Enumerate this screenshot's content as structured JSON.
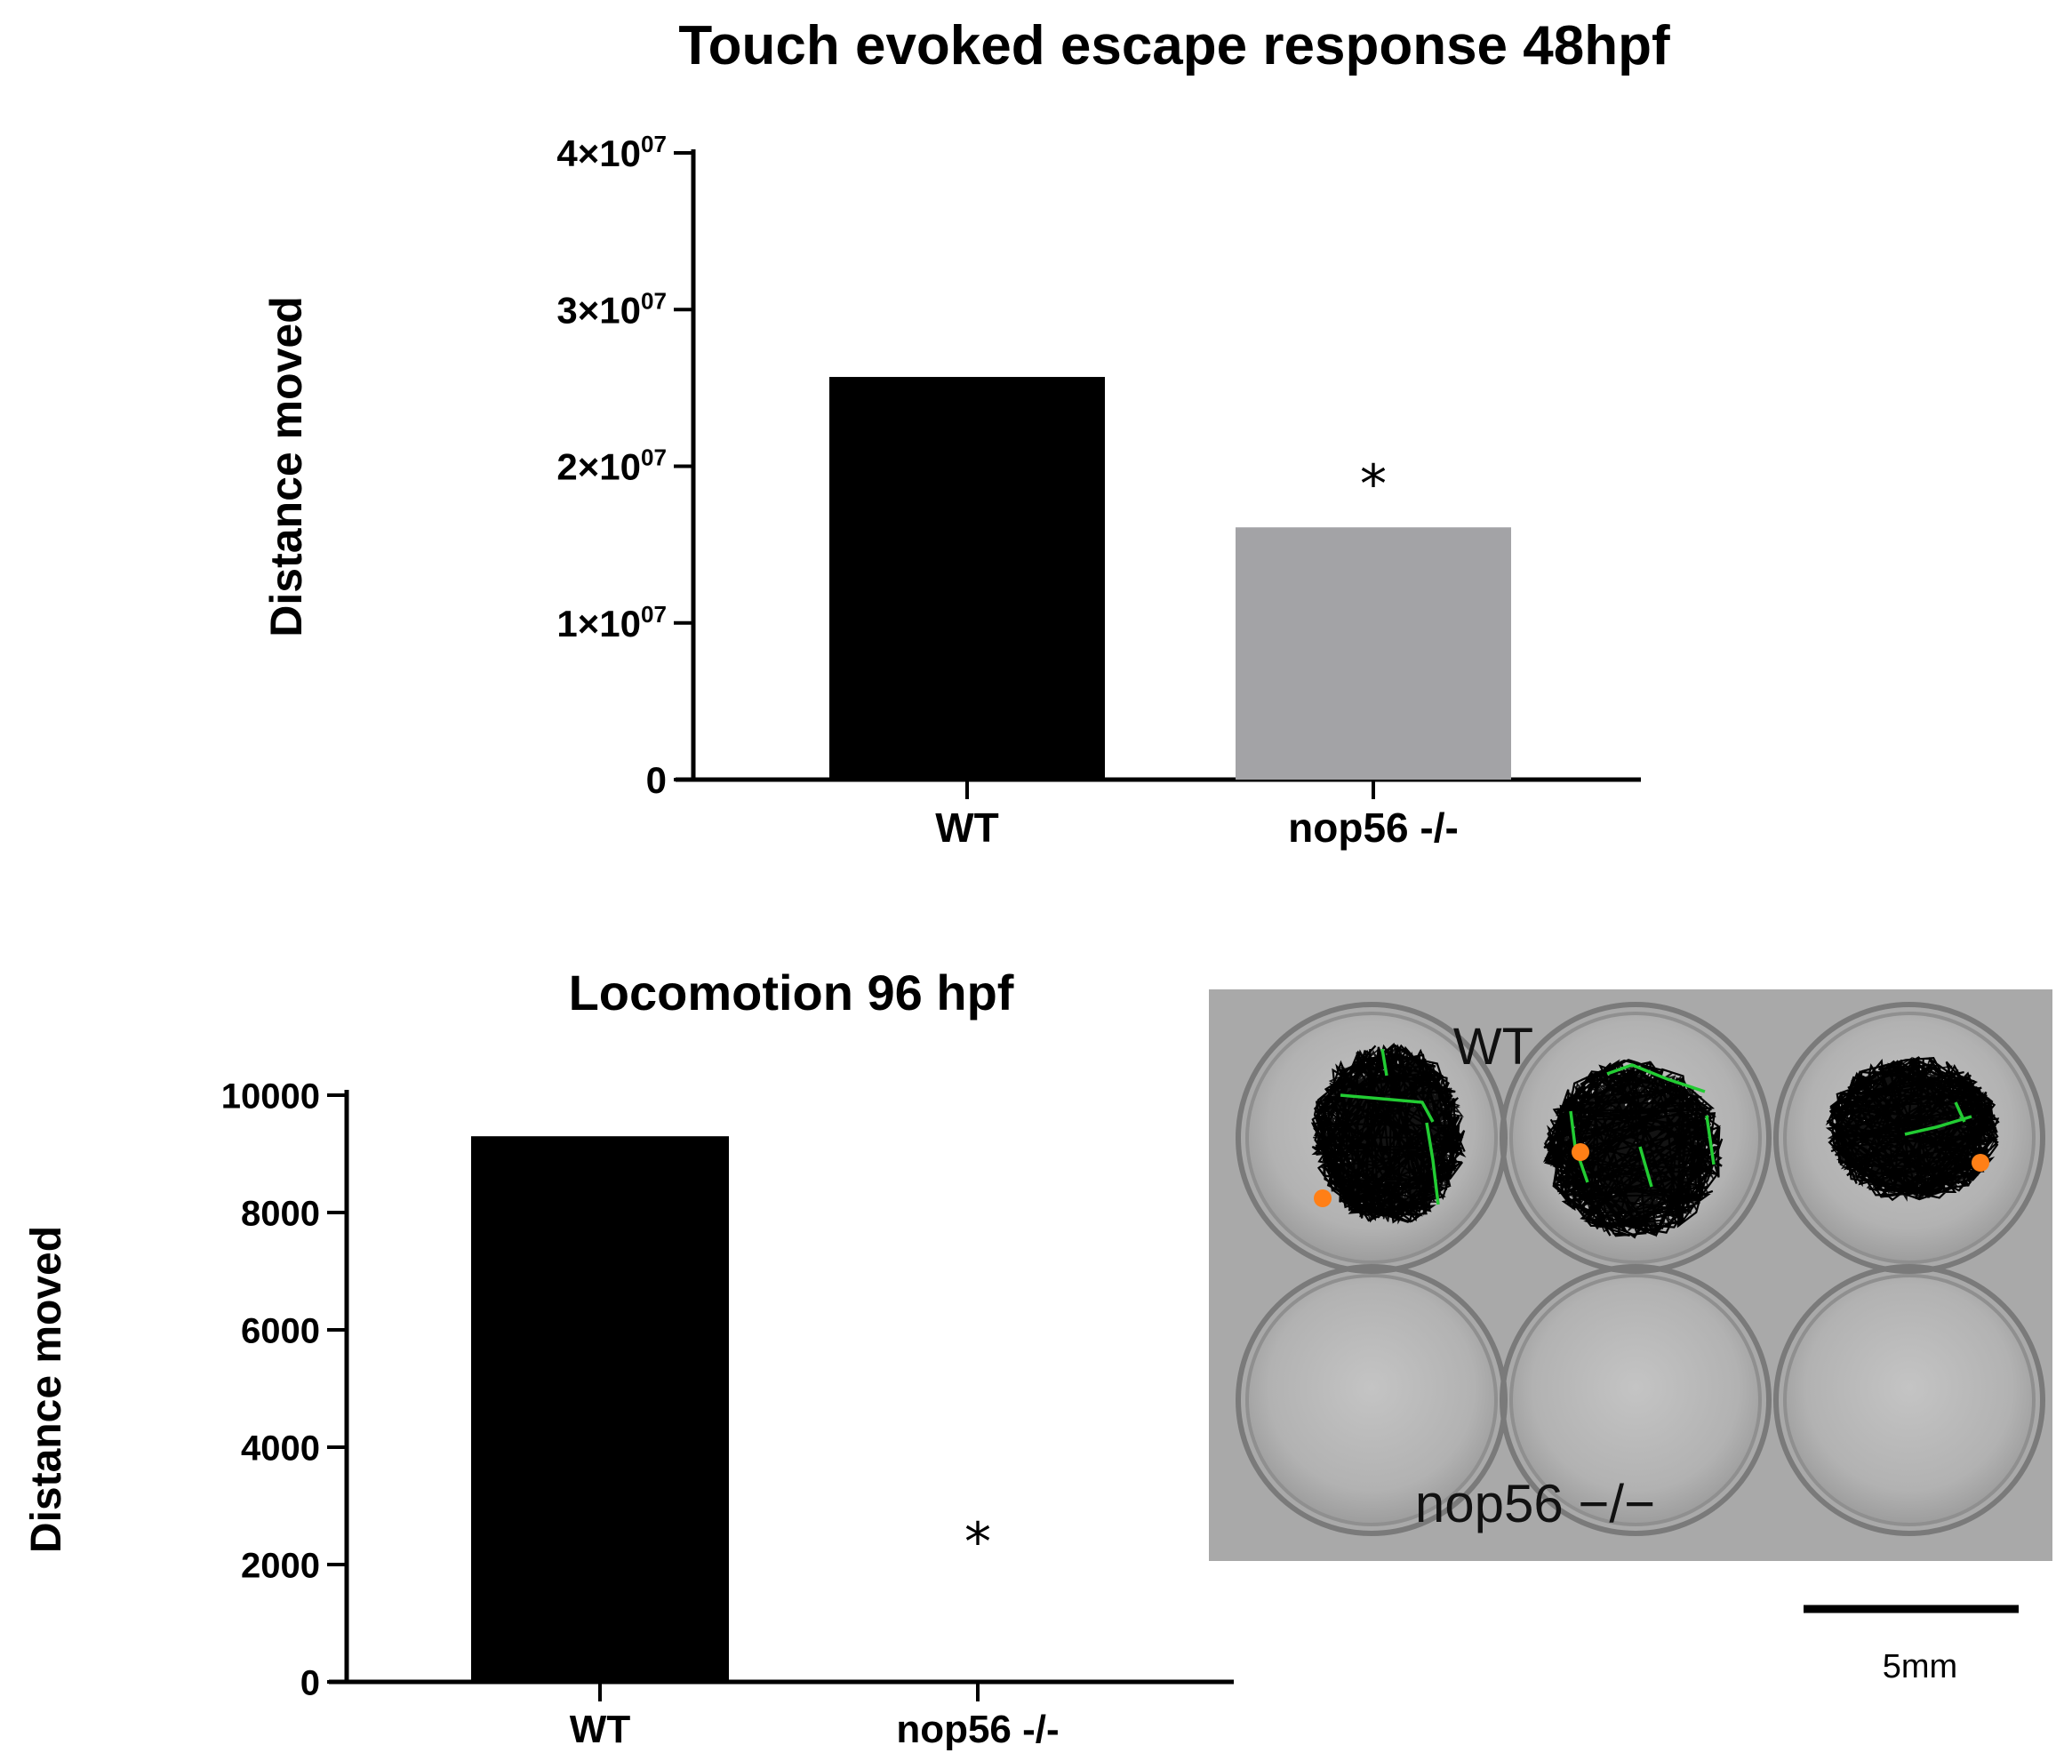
{
  "chart_data": [
    {
      "type": "bar",
      "title": "Touch evoked escape response 48hpf",
      "ylabel": "Distance moved",
      "xlabel": "",
      "categories": [
        "WT",
        "nop56 -/-"
      ],
      "values": [
        25700000,
        16100000
      ],
      "ylim": [
        0,
        40000000
      ],
      "yticks": [
        0,
        10000000,
        20000000,
        30000000,
        40000000
      ],
      "ytick_labels": [
        {
          "mant": "0",
          "exp": ""
        },
        {
          "mant": "1×10",
          "exp": "07"
        },
        {
          "mant": "2×10",
          "exp": "07"
        },
        {
          "mant": "3×10",
          "exp": "07"
        },
        {
          "mant": "4×10",
          "exp": "07"
        }
      ],
      "bar_colors": [
        "#000000",
        "#a3a3a6"
      ],
      "annotations": [
        {
          "category": "nop56 -/-",
          "text": "*"
        }
      ],
      "grid": false
    },
    {
      "type": "bar",
      "title": "Locomotion 96 hpf",
      "ylabel": "Distance moved",
      "xlabel": "",
      "categories": [
        "WT",
        "nop56 -/-"
      ],
      "values": [
        9300,
        0
      ],
      "ylim": [
        0,
        10000
      ],
      "yticks": [
        0,
        2000,
        4000,
        6000,
        8000,
        10000
      ],
      "ytick_labels": [
        {
          "mant": "0",
          "exp": ""
        },
        {
          "mant": "2000",
          "exp": ""
        },
        {
          "mant": "4000",
          "exp": ""
        },
        {
          "mant": "6000",
          "exp": ""
        },
        {
          "mant": "8000",
          "exp": ""
        },
        {
          "mant": "10000",
          "exp": ""
        }
      ],
      "bar_colors": [
        "#000000",
        "#a3a3a6"
      ],
      "annotations": [
        {
          "category": "nop56 -/-",
          "text": "*"
        }
      ],
      "grid": false
    }
  ],
  "inset": {
    "top_label": "WT",
    "bottom_label": "nop56 −/−",
    "scale_label": "5mm",
    "well_color": "#b4b4b4",
    "track_color": "#000000",
    "path_color": "#22cc33",
    "marker_color": "#ff7f16"
  }
}
